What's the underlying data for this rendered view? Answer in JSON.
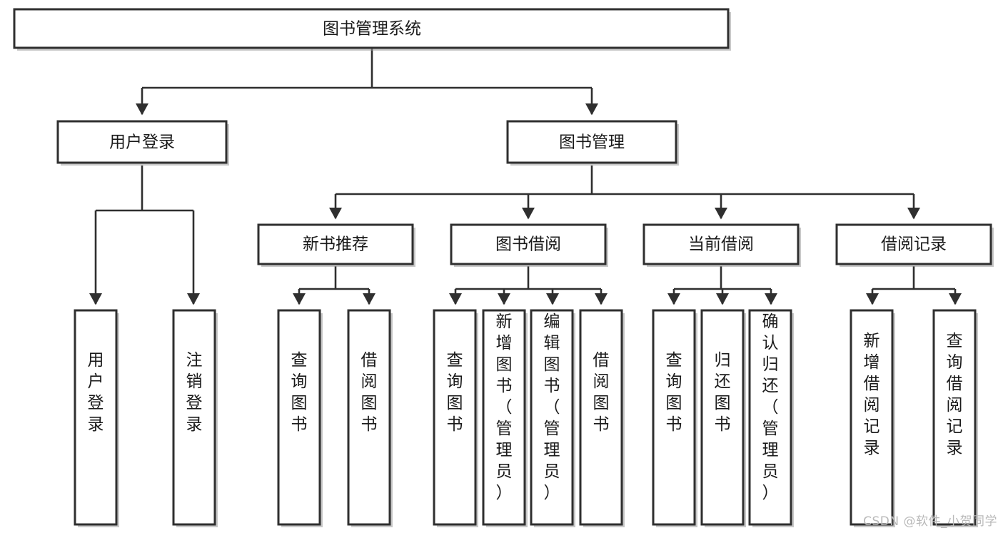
{
  "diagram": {
    "type": "tree-hierarchy",
    "title": "图书管理系统",
    "watermark": "CSDN @软件_小贺同学",
    "colors": {
      "box_fill": "#ffffff",
      "box_stroke": "#2f2f2f",
      "text": "#1a1a1a",
      "connector": "#2f2f2f",
      "shadow": "#9a9a9a",
      "watermark": "#b9b9b9",
      "background": "#ffffff"
    },
    "root": {
      "label": "图书管理系统"
    },
    "level2": [
      {
        "label": "用户登录"
      },
      {
        "label": "图书管理"
      }
    ],
    "level3": [
      {
        "label": "新书推荐"
      },
      {
        "label": "图书借阅"
      },
      {
        "label": "当前借阅"
      },
      {
        "label": "借阅记录"
      }
    ],
    "leaves": {
      "user_login": [
        {
          "label": "用户登录"
        },
        {
          "label": "注销登录"
        }
      ],
      "new_book_recommend": [
        {
          "label": "查询图书"
        },
        {
          "label": "借阅图书"
        }
      ],
      "book_borrow": [
        {
          "label": "查询图书"
        },
        {
          "label": "新增图书（管理员）"
        },
        {
          "label": "编辑图书（管理员）"
        },
        {
          "label": "借阅图书"
        }
      ],
      "current_borrow": [
        {
          "label": "查询图书"
        },
        {
          "label": "归还图书"
        },
        {
          "label": "确认归还（管理员）"
        }
      ],
      "borrow_record": [
        {
          "label": "新增借阅记录"
        },
        {
          "label": "查询借阅记录"
        }
      ]
    }
  }
}
